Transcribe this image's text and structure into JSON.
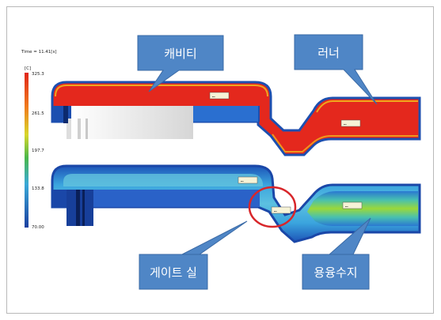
{
  "time_label": "Time = 11.41[s]",
  "colorbar": {
    "unit": "[C]",
    "ticks": [
      "325.3",
      "261.5",
      "197.7",
      "133.8",
      "70.00"
    ]
  },
  "top_tags": [
    "…",
    "…"
  ],
  "bottom_tags": [
    "…",
    "…",
    "…"
  ],
  "callouts": {
    "cavity": "캐비티",
    "runner": "러너",
    "gate_seal": "게이트 실",
    "molten_resin": "용융수지"
  }
}
